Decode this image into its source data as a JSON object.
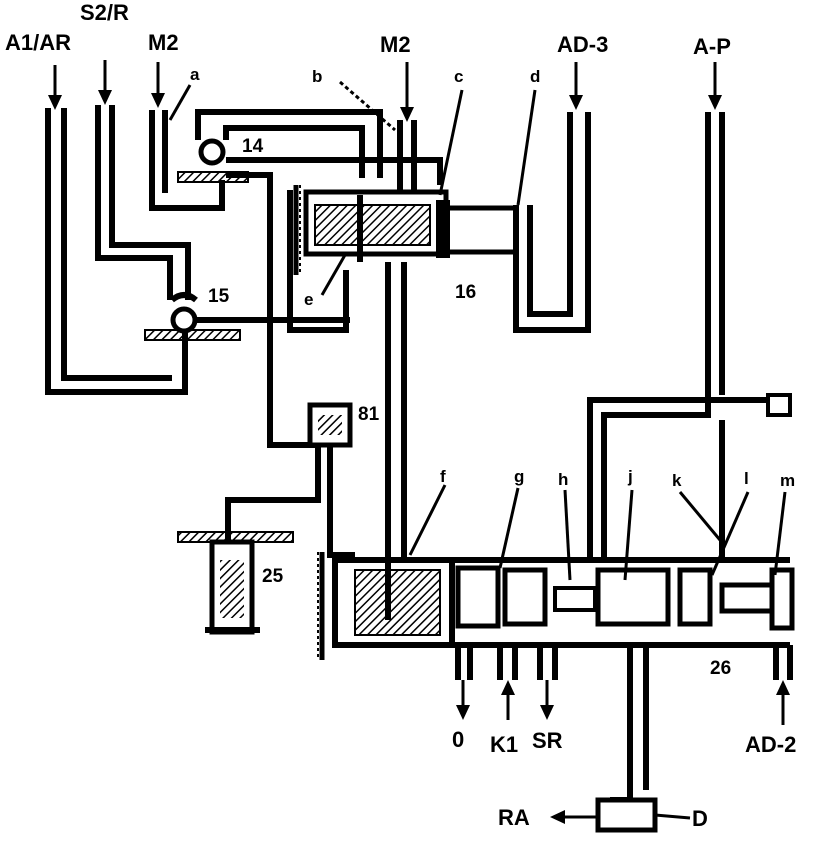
{
  "ports": {
    "a1ar": "A1/AR",
    "s2r": "S2/R",
    "m2_left": "M2",
    "m2_center": "M2",
    "ad3": "AD-3",
    "ap": "A-P",
    "zero": "0",
    "k1": "K1",
    "sr": "SR",
    "ad2": "AD-2",
    "ra": "RA",
    "d": "D"
  },
  "components": {
    "c14": "14",
    "c15": "15",
    "c16": "16",
    "c81": "81",
    "c25": "25",
    "c26": "26"
  },
  "letters": {
    "a": "a",
    "b": "b",
    "c": "c",
    "d": "d",
    "e": "e",
    "f": "f",
    "g": "g",
    "h": "h",
    "j": "j",
    "k": "k",
    "l": "l",
    "m": "m"
  }
}
